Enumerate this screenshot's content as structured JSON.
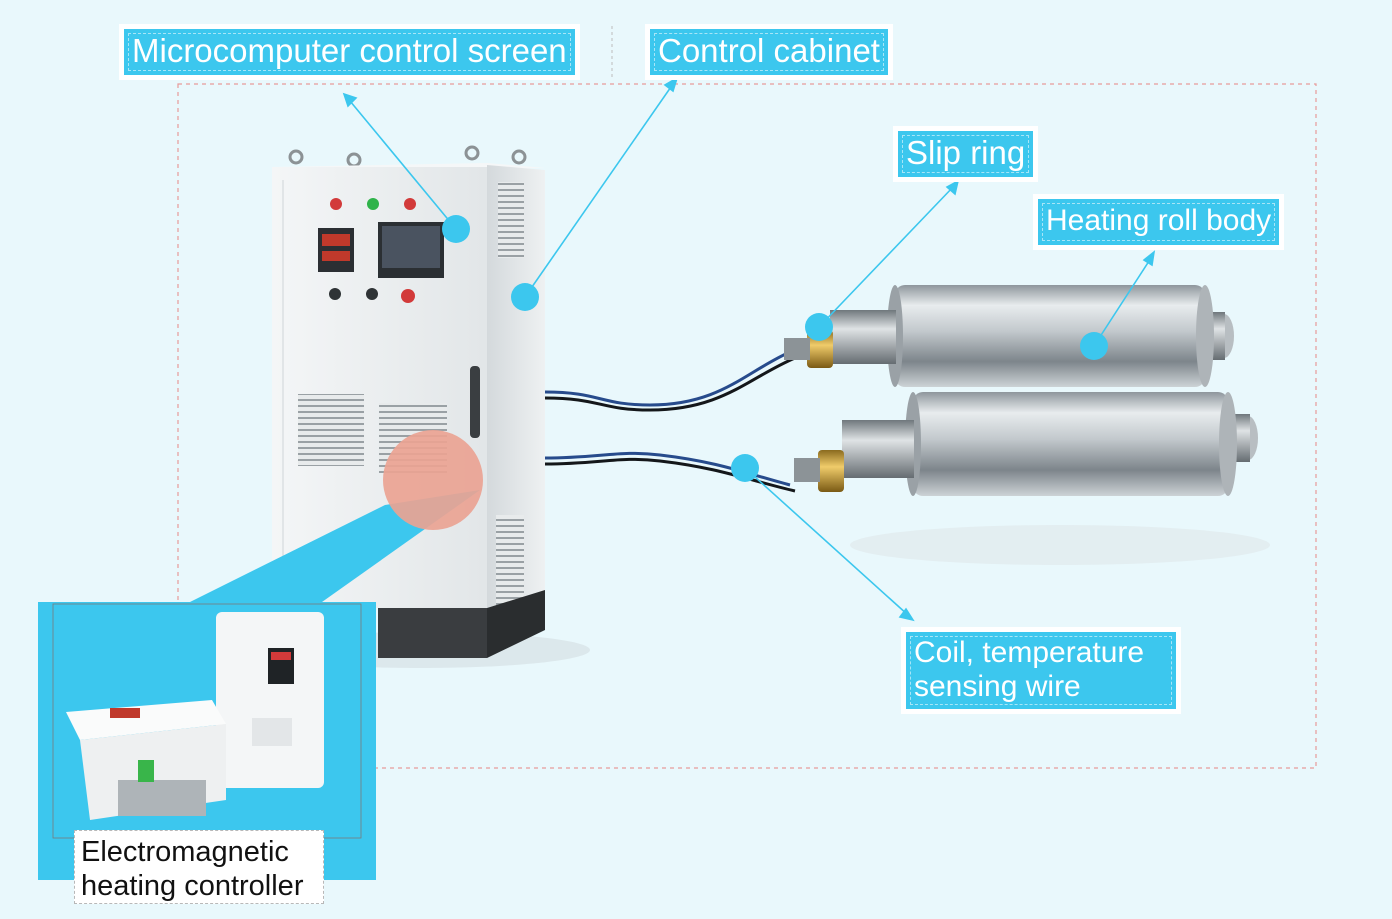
{
  "labels": {
    "screen": "Microcomputer control screen",
    "cabinet": "Control cabinet",
    "slip_ring": "Slip ring",
    "roll_body": "Heating roll body",
    "coil_line1": "Coil, temperature",
    "coil_line2": "sensing wire",
    "controller_line1": "Electromagnetic",
    "controller_line2": "heating controller"
  },
  "colors": {
    "background": "#e9f8fc",
    "accent": "#3cc7ee",
    "callout_dot": "#3cc7ee",
    "leader_line": "#3cc7ee",
    "boundary": "#e79a9a",
    "cabinet": "#eceff1",
    "magnifier": "#eaa392"
  }
}
